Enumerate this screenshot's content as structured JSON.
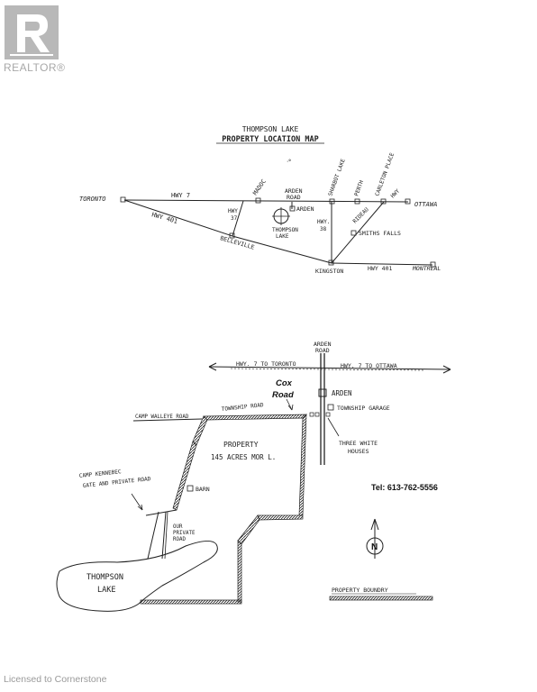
{
  "branding": {
    "logo_text": "REALTOR®",
    "footer_text": "Licensed to Cornerstone"
  },
  "location_map": {
    "title_line1": "THOMPSON LAKE",
    "title_line2": "PROPERTY LOCATION MAP",
    "labels": {
      "toronto": "TORONTO",
      "hwy7": "HWY 7",
      "hwy401_left": "HWY 401",
      "belleville": "BELLEVILLE",
      "hwy37": "HWY 37",
      "madoc": "MADOC",
      "arden_road": "ARDEN ROAD",
      "arden": "ARDEN",
      "thompson_lake": "THOMPSON LAKE",
      "hwy38": "HWY. 38",
      "sharbot_lake": "SHARBOT LAKE",
      "perth": "PERTH",
      "carleton_place": "CARLETON PLACE",
      "hwy": "HWY",
      "ottawa": "OTTAWA",
      "rideau": "RIDEAU",
      "smiths_falls": "SMITHS FALLS",
      "kingston": "KINGSTON",
      "hwy401_right": "HWY 401",
      "montreal": "MONTREAL"
    }
  },
  "property_map": {
    "labels": {
      "arden_road": "ARDEN ROAD",
      "hwy7_toronto": "HWY. 7  TO TORONTO",
      "hwy7_ottawa": "HWY. 7  TO OTTAWA",
      "cox_road_1": "Cox",
      "cox_road_2": "Road",
      "arden": "ARDEN",
      "township_road": "TOWNSHIP ROAD",
      "township_garage": "TOWNSHIP GARAGE",
      "camp_walleye_road": "CAMP WALLEYE ROAD",
      "three_white_houses_1": "THREE WHITE",
      "three_white_houses_2": "HOUSES",
      "property": "PROPERTY",
      "acreage": "145 ACRES MOR L.",
      "camp_kennebec_1": "CAMP KENNEBEC",
      "camp_kennebec_2": "GATE AND PRIVATE ROAD",
      "barn": "BARN",
      "our_private_road_1": "OUR",
      "our_private_road_2": "PRIVATE",
      "our_private_road_3": "ROAD",
      "thompson_1": "THOMPSON",
      "thompson_2": "LAKE",
      "telephone": "Tel: 613-762-5556",
      "north": "N",
      "property_boundary": "PROPERTY BOUNDRY"
    }
  }
}
